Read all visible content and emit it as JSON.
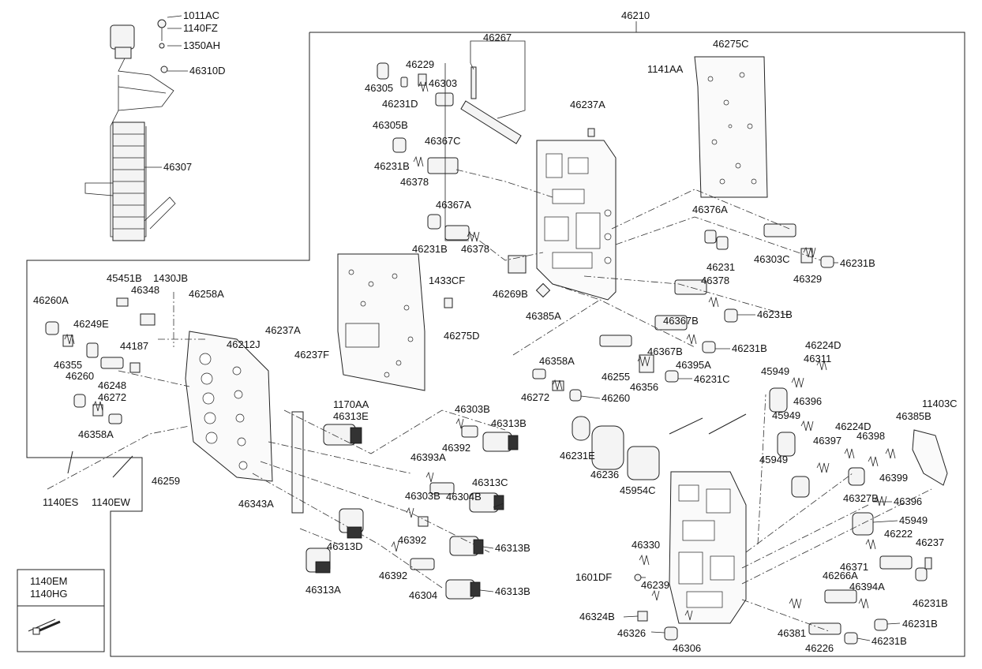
{
  "callouts": [
    "46210",
    "1011AC",
    "1140FZ",
    "1350AH",
    "46310D",
    "46307",
    "46267",
    "46229",
    "46305",
    "46231D",
    "46303",
    "46305B",
    "46231B",
    "46367C",
    "46378",
    "46237A",
    "46275C",
    "1141AA",
    "46367A",
    "46231B",
    "46378",
    "46269B",
    "46385A",
    "46376A",
    "46231",
    "46303C",
    "46329",
    "46231B",
    "46378",
    "46367B",
    "46231B",
    "46367B",
    "46231B",
    "46395A",
    "46356",
    "46231C",
    "46255",
    "46358A",
    "46272",
    "46260",
    "45451B",
    "1430JB",
    "46348",
    "46258A",
    "46260A",
    "46249E",
    "46355",
    "44187",
    "46248",
    "46260",
    "46272",
    "46358A",
    "46212J",
    "46237A",
    "46237F",
    "1433CF",
    "46275D",
    "1170AA",
    "46313E",
    "46303B",
    "46392",
    "46313B",
    "46393A",
    "46303B",
    "46304B",
    "46313C",
    "46392",
    "46313B",
    "46392",
    "46304",
    "46313B",
    "46259",
    "46343A",
    "46313D",
    "46313A",
    "1140ES",
    "1140EW",
    "46224D",
    "46311",
    "45949",
    "46396",
    "46224D",
    "46397",
    "46398",
    "46399",
    "45949",
    "11403C",
    "46385B",
    "46231E",
    "46236",
    "45954C",
    "45949",
    "46327B",
    "46396",
    "45949",
    "46330",
    "46222",
    "46237",
    "46371",
    "1601DF",
    "46239",
    "46266A",
    "46394A",
    "46231B",
    "46324B",
    "46326",
    "46306",
    "46381",
    "46226",
    "46231B",
    "46231B"
  ],
  "legend": {
    "line1": "1140EM",
    "line2": "1140HG"
  }
}
